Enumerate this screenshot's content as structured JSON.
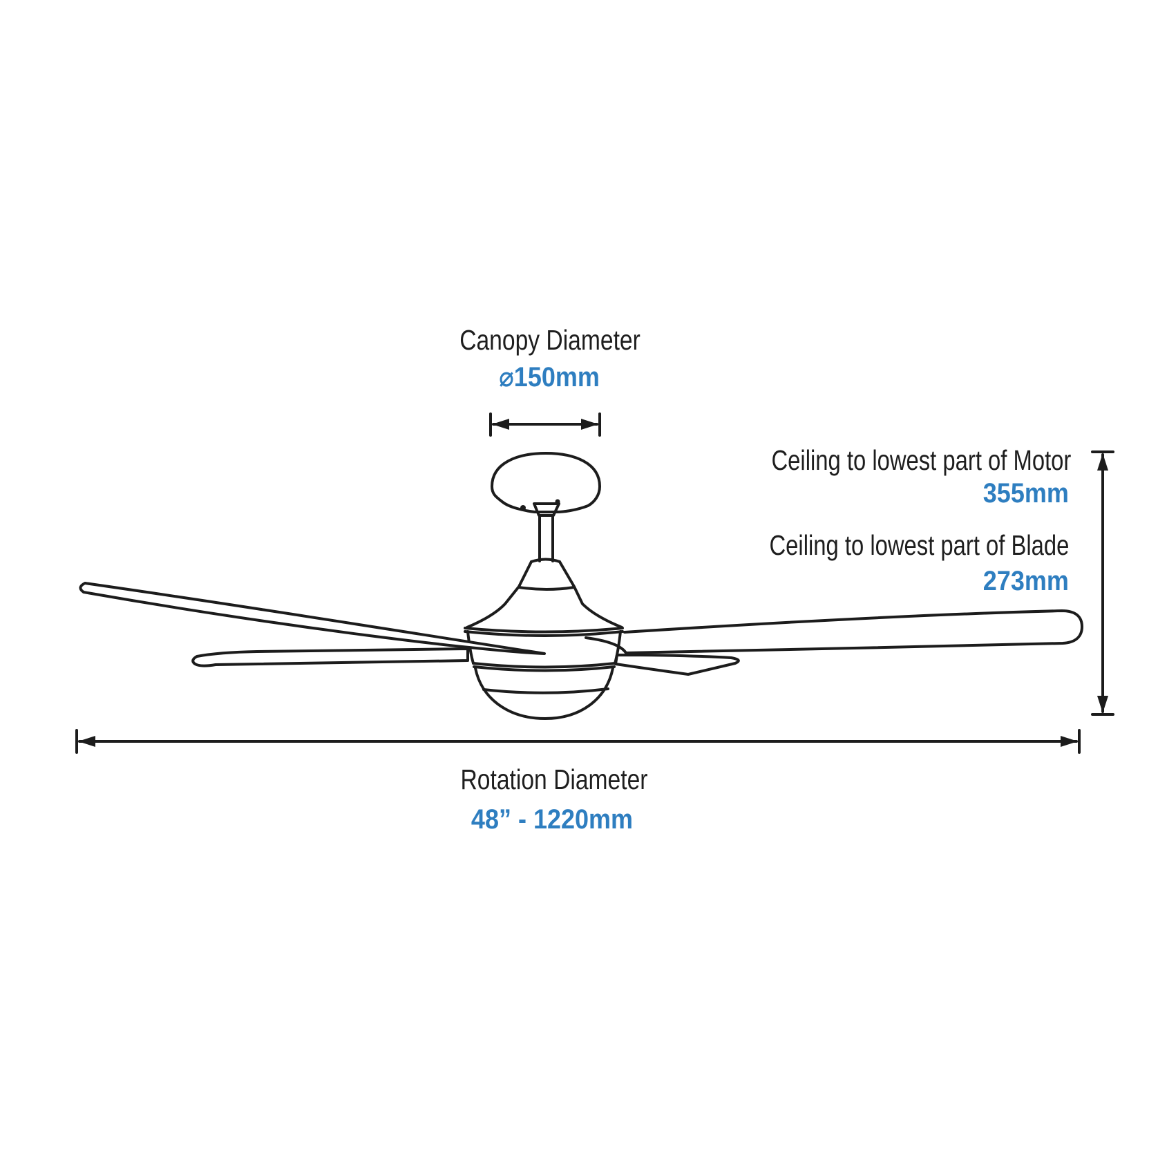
{
  "diagram": {
    "type": "ceiling-fan-dimension-diagram",
    "canopy": {
      "label": "Canopy Diameter",
      "value": "⌀150mm"
    },
    "ceiling_to_motor": {
      "label": "Ceiling to lowest part of Motor",
      "value": "355mm"
    },
    "ceiling_to_blade": {
      "label": "Ceiling to lowest part of Blade",
      "value": "273mm"
    },
    "rotation": {
      "label": "Rotation Diameter",
      "value": "48” - 1220mm"
    },
    "colors": {
      "accent_blue": "#2e7ec0",
      "line_black": "#1c1c1c",
      "background": "#ffffff"
    }
  }
}
